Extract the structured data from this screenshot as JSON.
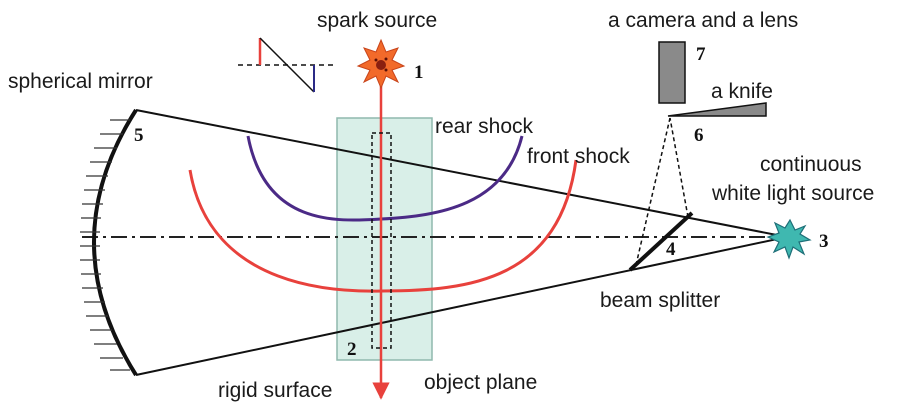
{
  "labels": {
    "spark_source": "spark source",
    "spherical_mirror": "spherical mirror",
    "rear_shock": "rear shock",
    "front_shock": "front shock",
    "camera_lens": "a camera and a lens",
    "knife": "a knife",
    "continuous_light_1": "continuous",
    "continuous_light_2": "white light source",
    "beam_splitter": "beam splitter",
    "rigid_surface": "rigid surface",
    "object_plane": "object plane"
  },
  "numbers": {
    "spark": "1",
    "rigid_surface": "2",
    "light_source": "3",
    "beam_splitter": "4",
    "mirror": "5",
    "knife": "6",
    "camera": "7"
  },
  "colors": {
    "front_shock": "#e8413c",
    "rear_shock": "#4b2a86",
    "object_plane_fill": "#d9efe8",
    "object_plane_stroke": "#8fb9ad",
    "spark_outer": "#f26a2a",
    "light_source_fill": "#3fb8b0",
    "camera_fill": "#8a8a8a",
    "knife_fill": "#8a8a8a"
  }
}
